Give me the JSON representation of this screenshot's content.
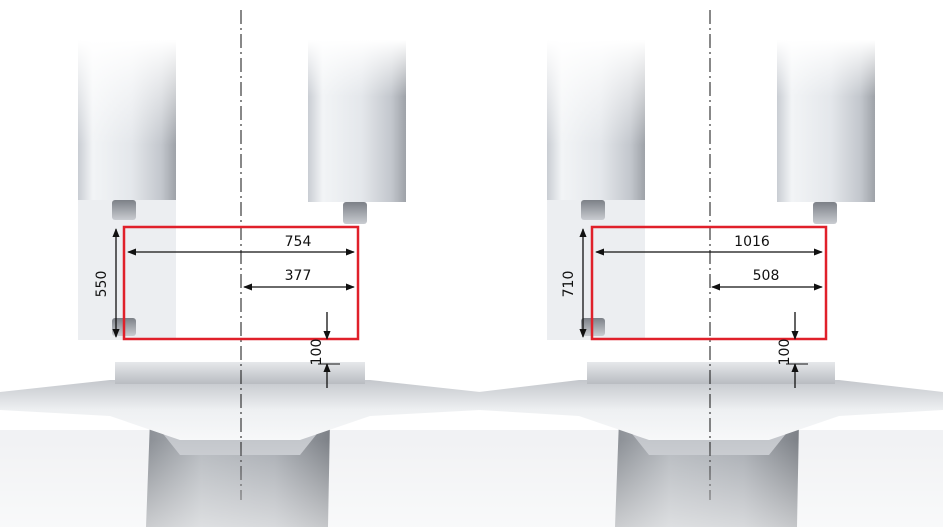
{
  "colors": {
    "envelope": "#e0202a",
    "dimension": "#111111",
    "spindle": "#d9dde3",
    "column_dark": "#8c9097",
    "table": "#c8cbd0",
    "base": "#9a9ea4"
  },
  "panels": [
    {
      "width_label": "754",
      "half_width_label": "377",
      "height_label": "550",
      "clearance_label": "100"
    },
    {
      "width_label": "1016",
      "half_width_label": "508",
      "height_label": "710",
      "clearance_label": "100"
    }
  ]
}
